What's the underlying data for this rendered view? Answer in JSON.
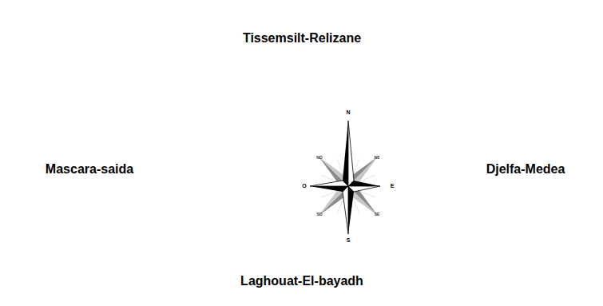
{
  "diagram": {
    "labels": [
      "Tissemsilt-Relizane",
      "Mascara-saida",
      "Djelfa-Medea",
      "Laghouat-El-bayadh",
      "N",
      "NO",
      "NE",
      "O",
      "E",
      "SO",
      "SE",
      "S"
    ]
  }
}
